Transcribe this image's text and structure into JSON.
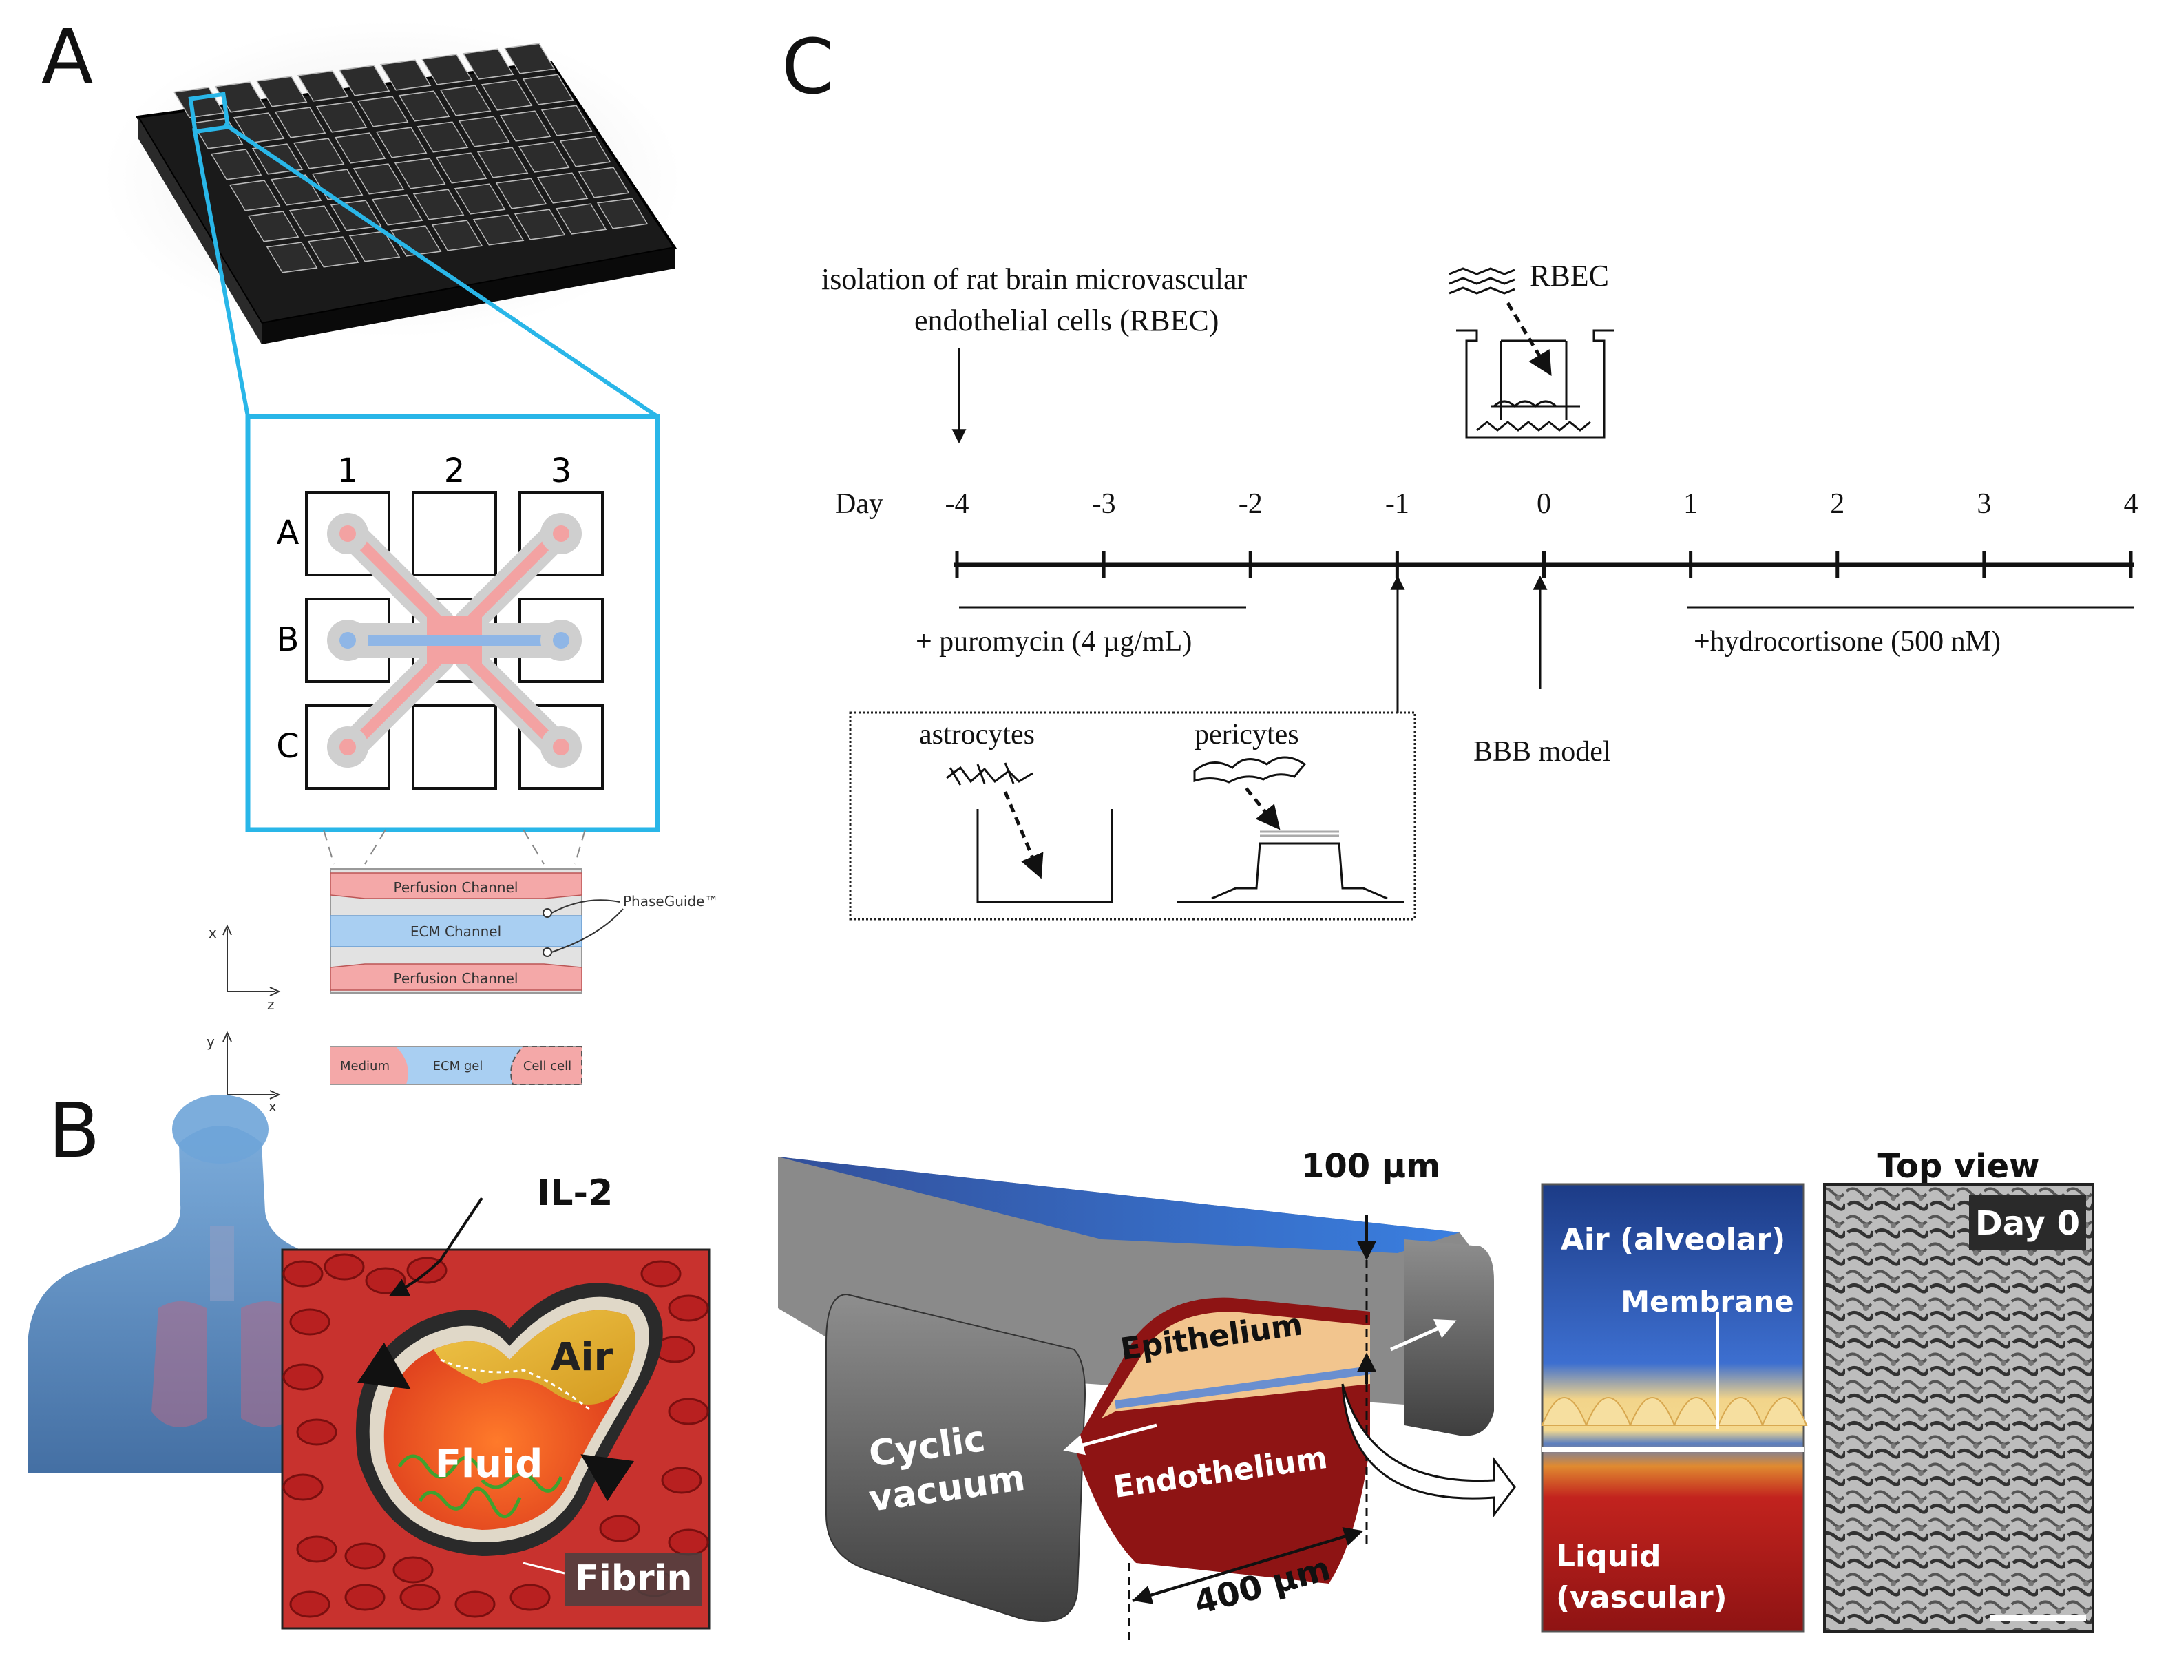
{
  "panels": {
    "A": {
      "letter": "A",
      "grid_cols": [
        "1",
        "2",
        "3"
      ],
      "grid_rows": [
        "A",
        "B",
        "C"
      ],
      "cross_section": {
        "top_channel": "Perfusion Channel",
        "middle_channel": "ECM Channel",
        "bottom_channel": "Perfusion Channel",
        "phaseguide_label": "PhaseGuide™",
        "axis_vertical": "x",
        "axis_horizontal": "z"
      },
      "side_view": {
        "left": "Medium",
        "middle": "ECM gel",
        "right": "Cell cell",
        "axis_vertical": "y",
        "axis_horizontal": "x"
      }
    },
    "B": {
      "letter": "B",
      "alveolus": {
        "il2": "IL-2",
        "air": "Air",
        "fluid": "Fluid",
        "fibrin": "Fibrin"
      },
      "device": {
        "height_dim": "100 µm",
        "width_dim": "400 µm",
        "epithelium": "Epithelium",
        "endothelium": "Endothelium",
        "cyclic_vacuum_1": "Cyclic",
        "cyclic_vacuum_2": "vacuum"
      },
      "zoom": {
        "air": "Air (alveolar)",
        "membrane": "Membrane",
        "liquid_1": "Liquid",
        "liquid_2": "(vascular)"
      },
      "top_view": {
        "title": "Top view",
        "day": "Day 0"
      }
    },
    "C": {
      "letter": "C",
      "isolation_line1": "isolation  of rat brain microvascular",
      "isolation_line2": "endothelial cells (RBEC)",
      "rbec_label": "RBEC",
      "day_label": "Day",
      "days": [
        "-4",
        "-3",
        "-2",
        "-1",
        "0",
        "1",
        "2",
        "3",
        "4"
      ],
      "puromycin": "+ puromycin (4 µg/mL)",
      "hydrocortisone": "+hydrocortisone (500 nM)",
      "bbb_model": "BBB model",
      "astrocytes": "astrocytes",
      "pericytes": "pericytes"
    }
  }
}
